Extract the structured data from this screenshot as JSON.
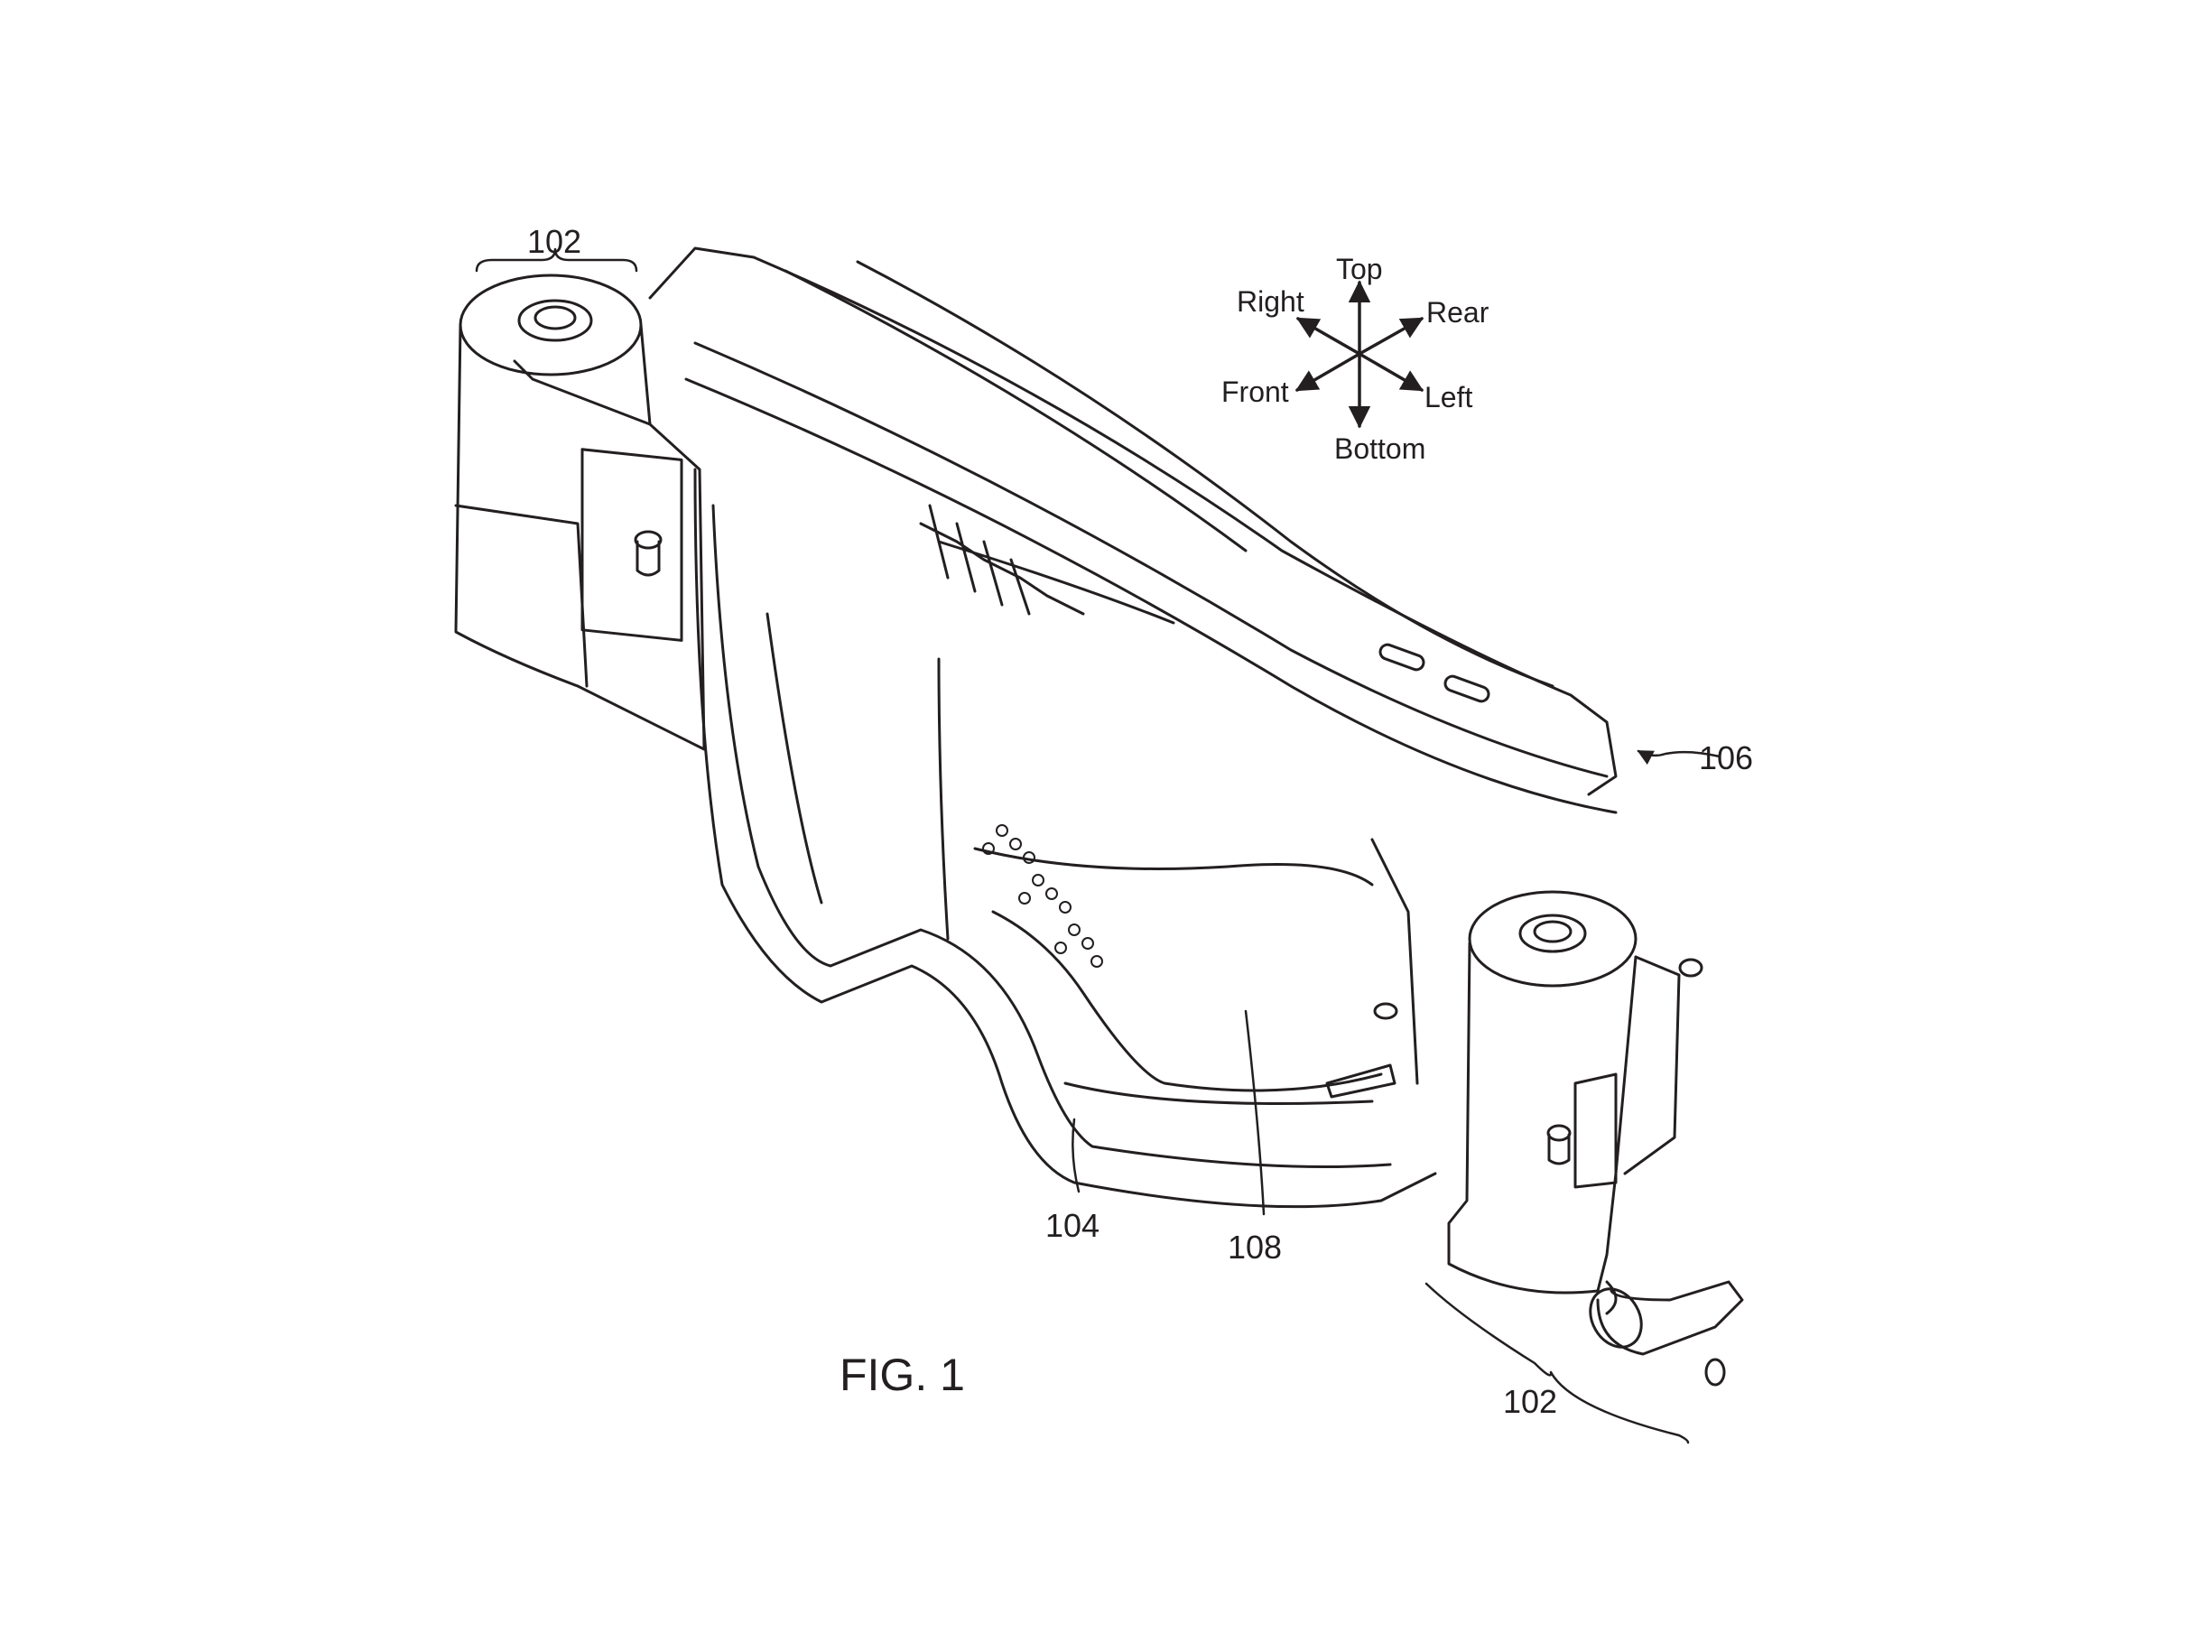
{
  "figure": {
    "title": "FIG. 1",
    "reference_numerals": {
      "strap_post_left": "102",
      "strap_post_right": "102",
      "frame": "104",
      "strap_assembly": "106",
      "lens": "108"
    },
    "orientation_compass": {
      "top": "Top",
      "bottom": "Bottom",
      "right": "Right",
      "left": "Left",
      "front": "Front",
      "rear": "Rear"
    }
  }
}
